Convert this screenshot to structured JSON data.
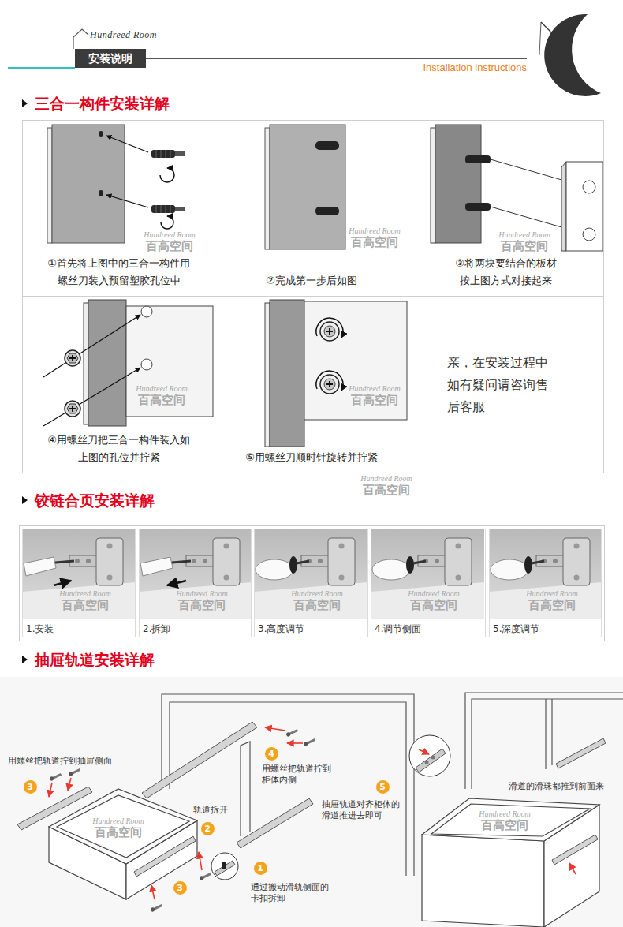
{
  "diagram": {
    "nodes": [
      {
        "text": [
          "安装说明"
        ]
      },
      {
        "text": [
          "①首先将上图中的三合一构件用 螺丝刀装入预留塑胶孔位中"
        ]
      },
      {
        "text": [
          "②完成第一步后如图"
        ]
      },
      {
        "text": [
          "③将两块要结合的板材 按上图方式对接起来"
        ]
      },
      {
        "text": [
          "④用螺丝刀把三合一构件装入如 上图的孔位并拧紧"
        ]
      },
      {
        "text": [
          "⑤用螺丝刀顺时针旋转并拧紧"
        ]
      },
      {
        "text": [
          "亲，在安装过程中 如有疑问请咨询售 后客服"
        ]
      },
      {
        "text": [
          "1.安装"
        ]
      },
      {
        "text": [
          "2.拆卸"
        ]
      },
      {
        "text": [
          "3.高度调节"
        ]
      },
      {
        "text": [
          "4.调节侧面"
        ]
      },
      {
        "text": [
          "5.深度调节"
        ]
      },
      {
        "text": [
          "4"
        ]
      },
      {
        "text": [
          "3"
        ]
      },
      {
        "text": [
          "5"
        ]
      },
      {
        "text": [
          "2"
        ]
      },
      {
        "text": [
          "1"
        ]
      },
      {
        "text": [
          "3"
        ]
      }
    ],
    "labels": [
      "Hundreed Room",
      "Installation instructions",
      "三合一构件安装详解",
      "Hundreed Room",
      "百高空间",
      "Hundreed Room",
      "百高空间",
      "Hundreed Room",
      "百高空间",
      "Hundreed Room",
      "百高空间",
      "Hundreed Room",
      "百高空间",
      "Hundreed Room",
      "百高空间",
      "铰链合页安装详解",
      "Hundreed Room",
      "百高空间",
      "Hundreed Room",
      "百高空间",
      "Hundreed Room",
      "百高空间",
      "Hundreed Room",
      "百高空间",
      "Hundreed Room",
      "百高空间",
      "抽屉轨道安装详解",
      "用螺丝把轨道拧到抽屉侧面",
      "Hundreed Room",
      "百高空间",
      "用螺丝把轨道拧到 柜体内侧",
      "轨道拆开",
      "抽屉轨道对齐柜体的 滑道推进去即可",
      "滑道的滑珠都推到前面来",
      "Hundreed Room",
      "百高空间",
      "通过搬动滑轨侧面的 卡扣拆卸"
    ]
  }
}
